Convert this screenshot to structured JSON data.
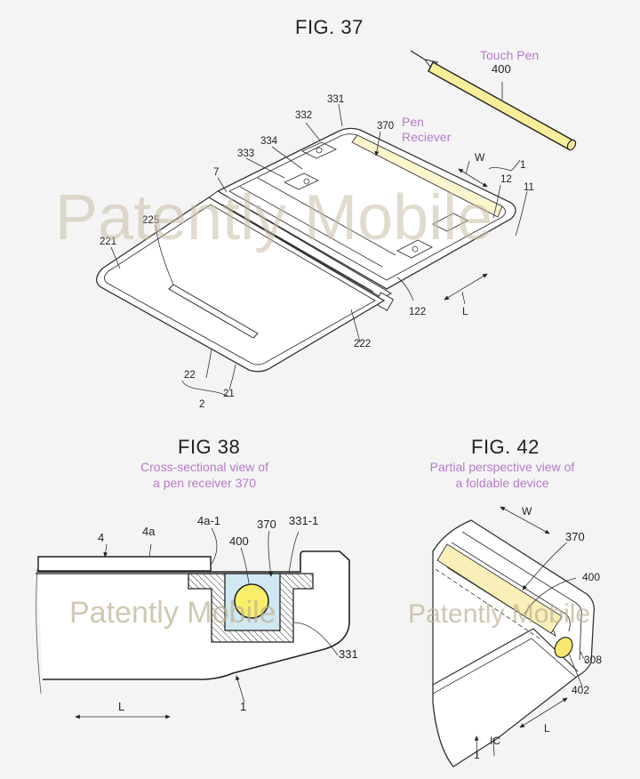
{
  "watermark": "Patently Mobile",
  "colors": {
    "background": "#f4f4f4",
    "annotation": "#b77bc7",
    "pen_fill": "#f8ee9a",
    "receiver_fill": "#fbf5cc",
    "cross_section_fill": "#cfe8f2",
    "line": "#222222"
  },
  "fig37": {
    "title": "FIG. 37",
    "annotations": {
      "touch_pen": "Touch Pen",
      "pen_receiver_line1": "Pen",
      "pen_receiver_line2": "Reciever"
    },
    "refs": {
      "pen": "400",
      "r331": "331",
      "r332": "332",
      "r334": "334",
      "r333": "333",
      "r370": "370",
      "r7": "7",
      "r225": "225",
      "r221": "221",
      "rW": "W",
      "r1": "1",
      "r12": "12",
      "r11": "11",
      "r122": "122",
      "rL": "L",
      "r222": "222",
      "r22": "22",
      "r21": "21",
      "r2": "2"
    }
  },
  "fig38": {
    "title": "FIG 38",
    "caption_line1": "Cross-sectional view of",
    "caption_line2": "a pen receiver 370",
    "refs": {
      "r4": "4",
      "r4a": "4a",
      "r4a1": "4a-1",
      "r400": "400",
      "r370": "370",
      "r3311": "331-1",
      "r331": "331",
      "r1": "1",
      "rL": "L"
    }
  },
  "fig42": {
    "title": "FIG. 42",
    "caption_line1": "Partial perspective view of",
    "caption_line2": "a foldable device",
    "refs": {
      "rW": "W",
      "r370": "370",
      "r400": "400",
      "r308": "308",
      "r402": "402",
      "rIC": "IC",
      "r1": "1",
      "rL": "L"
    }
  }
}
